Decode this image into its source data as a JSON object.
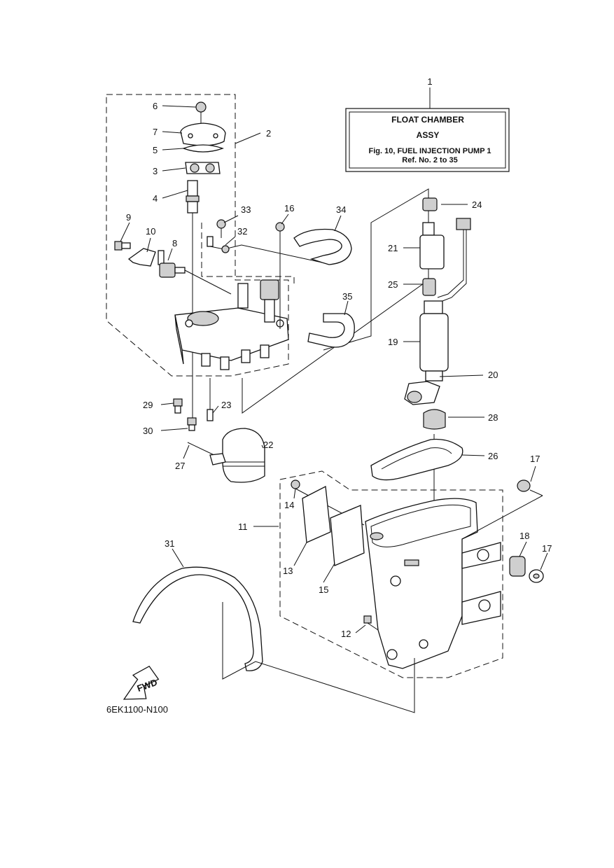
{
  "title_box": {
    "line1": "FLOAT CHAMBER",
    "line2": "ASSY",
    "line3": "Fig. 10, FUEL INJECTION PUMP 1",
    "line4": "Ref. No. 2 to 35"
  },
  "diagram_code": "6EK1100-N100",
  "fwd_label": "FWD",
  "callouts": {
    "c1": "1",
    "c2": "2",
    "c3": "3",
    "c4": "4",
    "c5": "5",
    "c6": "6",
    "c7": "7",
    "c8": "8",
    "c9": "9",
    "c10": "10",
    "c11": "11",
    "c12": "12",
    "c13": "13",
    "c14": "14",
    "c15": "15",
    "c16": "16",
    "c17a": "17",
    "c17b": "17",
    "c18": "18",
    "c19": "19",
    "c20": "20",
    "c21": "21",
    "c22": "22",
    "c23": "23",
    "c24": "24",
    "c25": "25",
    "c26": "26",
    "c27": "27",
    "c28": "28",
    "c29": "29",
    "c30": "30",
    "c31": "31",
    "c32": "32",
    "c33": "33",
    "c34": "34",
    "c35": "35"
  }
}
